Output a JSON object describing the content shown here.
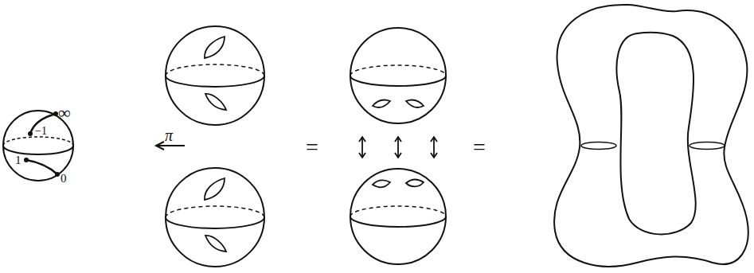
{
  "diagram": {
    "labels": [
      "∞",
      "−1",
      "1",
      "0",
      "π",
      "=",
      "="
    ]
  }
}
